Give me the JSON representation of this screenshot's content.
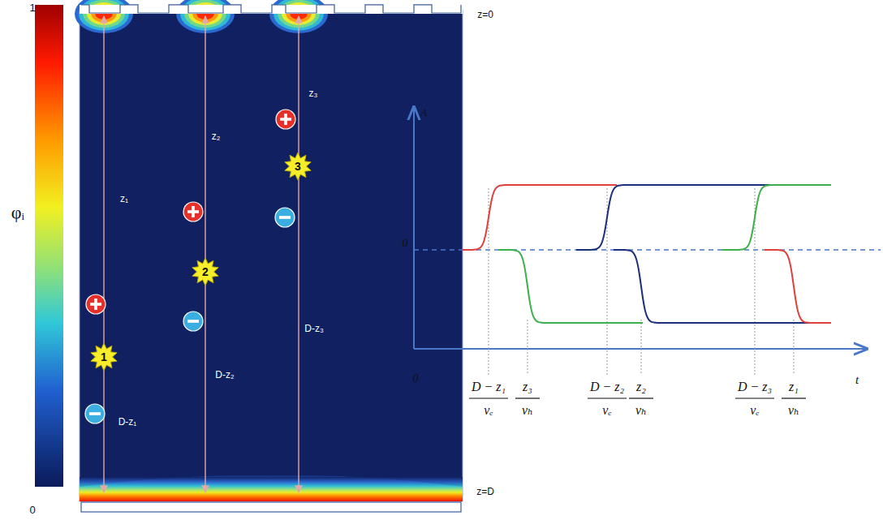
{
  "diagram": {
    "nodes": [
      {
        "text": [
          "1"
        ]
      },
      {
        "text": [
          "2"
        ]
      },
      {
        "text": [
          "3"
        ]
      }
    ],
    "labels": [
      "1",
      "φᵢ",
      "0",
      "z=0",
      "z=D",
      "z₁",
      "z₂",
      "z₃",
      "D-z₁",
      "D-z₂",
      "D-z₃",
      "A",
      "0",
      "0",
      "t",
      "D − z₁",
      "vₑ",
      "z₃",
      "vₕ",
      "D − z₂",
      "vₑ",
      "z₂",
      "vₕ",
      "D − z₃",
      "vₑ",
      "z₁",
      "vₕ"
    ]
  }
}
